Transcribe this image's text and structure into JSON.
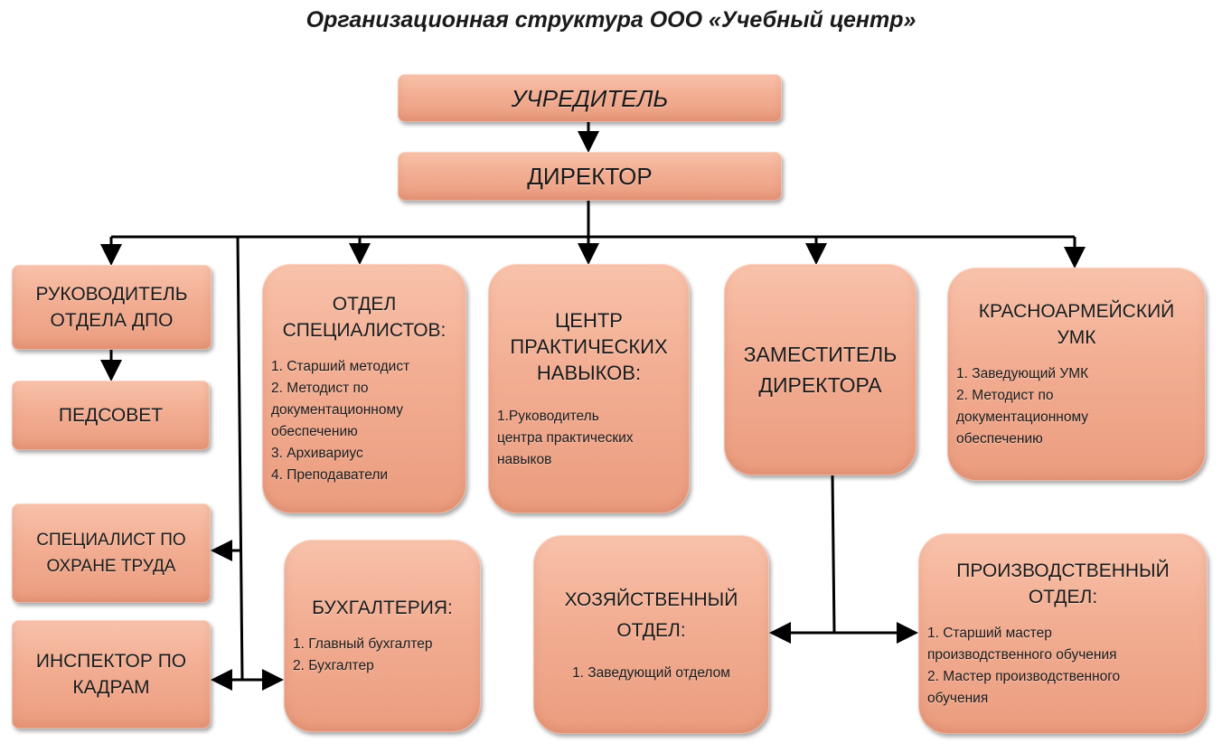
{
  "title": "Организационная структура ООО «Учебный центр»",
  "nodes": {
    "founder": "УЧРЕДИТЕЛЬ",
    "director": "ДИРЕКТОР",
    "dpo_head": [
      "РУКОВОДИТЕЛЬ",
      "ОТДЕЛА ДПО"
    ],
    "pedsovet": "ПЕДСОВЕТ",
    "safety": [
      "СПЕЦИАЛИСТ ПО",
      "ОХРАНЕ ТРУДА"
    ],
    "hr": [
      "ИНСПЕКТОР ПО",
      "КАДРАМ"
    ],
    "specialists": {
      "title": [
        "ОТДЕЛ",
        "СПЕЦИАЛИСТОВ:"
      ],
      "items": [
        "1. Старший методист",
        "2. Методист по",
        "документационному",
        "обеспечению",
        "3. Архивариус",
        "4. Преподаватели"
      ]
    },
    "practice": {
      "title": [
        "ЦЕНТР",
        "ПРАКТИЧЕСКИХ",
        "НАВЫКОВ:"
      ],
      "items": [
        "1.Руководитель",
        "центра практических",
        "навыков"
      ]
    },
    "deputy": [
      "ЗАМЕСТИТЕЛЬ",
      "ДИРЕКТОРА"
    ],
    "umk": {
      "title": [
        "КРАСНОАРМЕЙСКИЙ",
        "УМК"
      ],
      "items": [
        "1. Заведующий УМК",
        "2. Методист по",
        "документационному",
        "обеспечению"
      ]
    },
    "accounting": {
      "title": [
        "БУХГАЛТЕРИЯ:"
      ],
      "items": [
        "1. Главный бухгалтер",
        "2. Бухгалтер"
      ]
    },
    "household": {
      "title": [
        "ХОЗЯЙСТВЕННЫЙ",
        "ОТДЕЛ:"
      ],
      "items": [
        "1. Заведующий отделом"
      ]
    },
    "production": {
      "title": [
        "ПРОИЗВОДСТВЕННЫЙ",
        "ОТДЕЛ:"
      ],
      "items": [
        "1. Старший мастер",
        "производственного обучения",
        "2. Мастер производственного",
        "обучения"
      ]
    }
  },
  "colors": {
    "box": "#f2ad92",
    "line": "#000000"
  }
}
